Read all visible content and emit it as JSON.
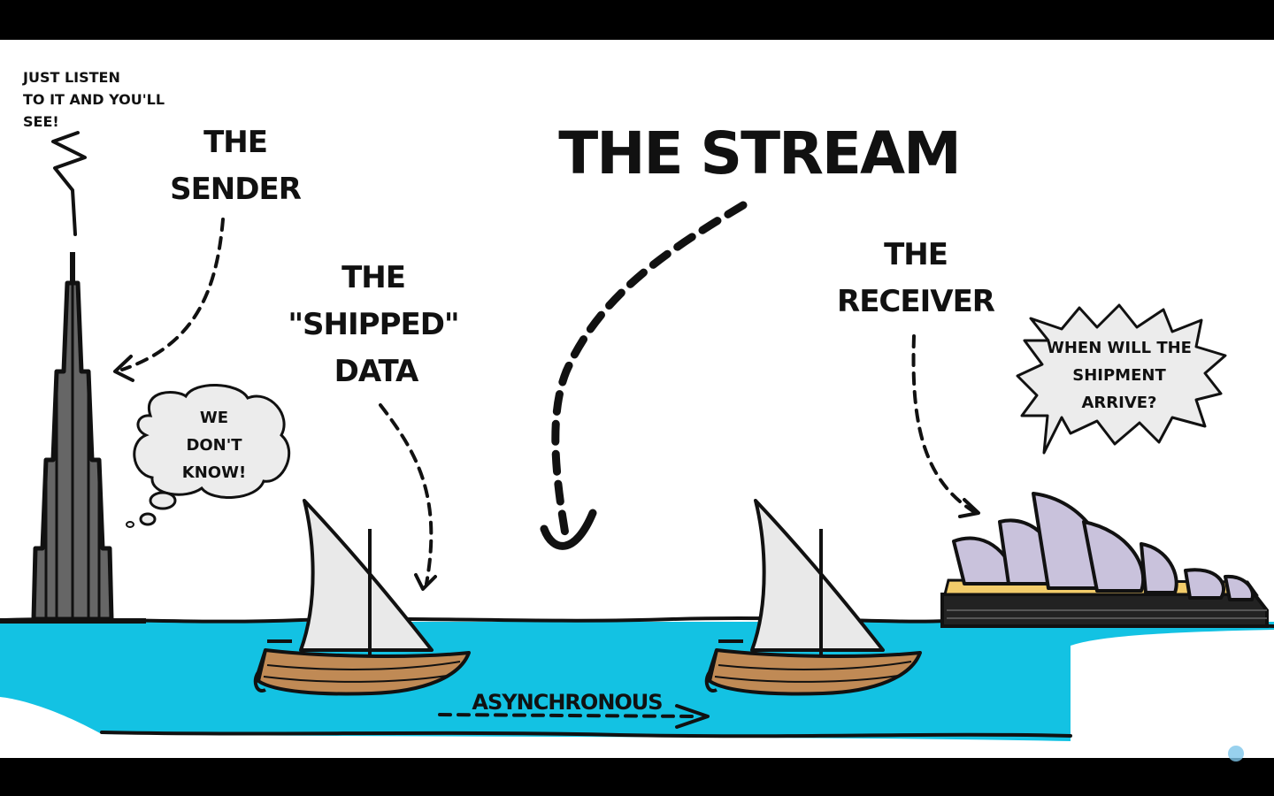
{
  "title": "THE STREAM",
  "sender": {
    "line1": "THE",
    "line2": "SENDER"
  },
  "shipped": {
    "line1": "THE",
    "line2": "\"SHIPPED\"",
    "line3": "DATA"
  },
  "receiver": {
    "line1": "THE",
    "line2": "RECEIVER"
  },
  "tower_note": {
    "line1": "JUST LISTEN",
    "line2": "TO IT AND YOU'LL",
    "line3": "SEE!"
  },
  "thought": {
    "line1": "WE",
    "line2": "DON'T",
    "line3": "KNOW!"
  },
  "shout": {
    "line1": "WHEN WILL THE",
    "line2": "SHIPMENT",
    "line3": "ARRIVE?"
  },
  "async_label": "ASYNCHRONOUS",
  "colors": {
    "water": "#13c2e3",
    "sail": "#e9e9e9",
    "hull": "#c08a55",
    "roof": "#c9c2dc",
    "base": "#f2cc6a",
    "bubble": "#ececec"
  }
}
